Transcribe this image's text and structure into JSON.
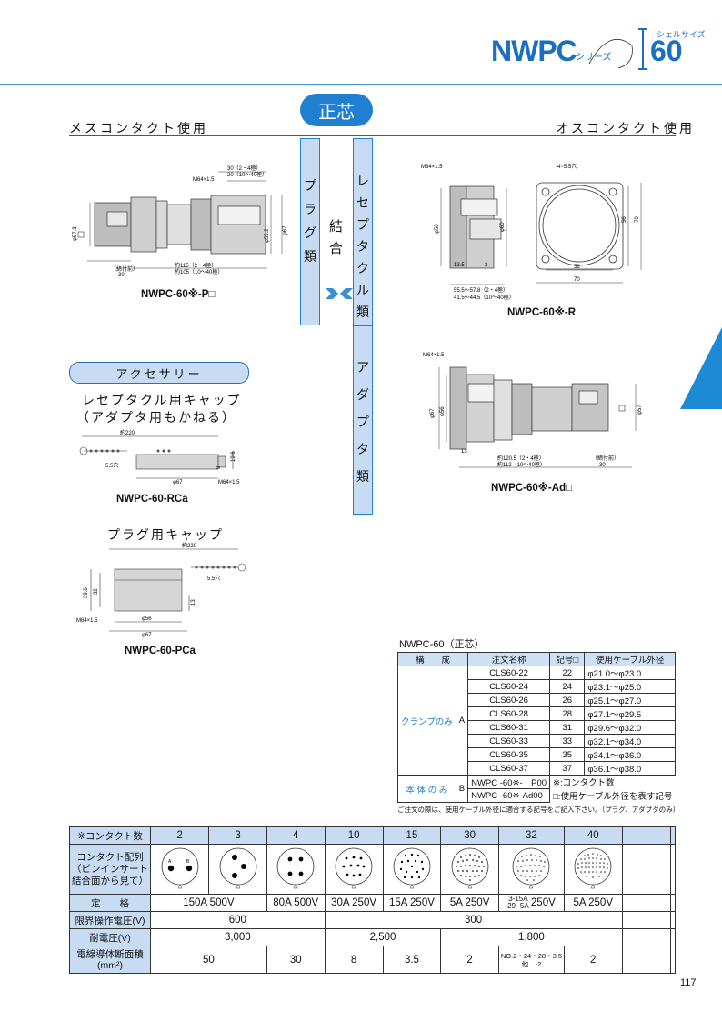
{
  "header": {
    "series_title": "NWPC",
    "series_suffix": "シリーズ",
    "shell_size_label": "シェルサイズ",
    "shell_size": "60"
  },
  "left_heading": "メスコンタクト使用",
  "right_heading": "オスコンタクト使用",
  "center_badge": "正芯",
  "middle": {
    "plug_label": [
      "プ",
      "ラ",
      "グ",
      "類"
    ],
    "coupling_label": [
      "結",
      "合"
    ],
    "receptacle_label": [
      "レ",
      "セ",
      "プ",
      "タ",
      "ク",
      "ル",
      "類"
    ],
    "adapter_label": [
      "ア",
      "ダ",
      "プ",
      "タ",
      "類"
    ]
  },
  "plug": {
    "model": "NWPC-60※-P□",
    "dims": [
      "30（2・4極）",
      "20（10～40極）",
      "M64×1.5",
      "φ57.3",
      "φ55.2",
      "φ67",
      "約115（2・4極）",
      "約105（10～40極）",
      "（締付前）",
      "30"
    ]
  },
  "receptacle": {
    "model": "NWPC-60※-R",
    "dims": [
      "M64×1.5",
      "4−5.5穴",
      "φ58",
      "φ60",
      "56",
      "70",
      "13.5",
      "3",
      "56",
      "70",
      "55.5～57.8（2・4極）",
      "41.5～44.5（10～40極）"
    ]
  },
  "adapter": {
    "model": "NWPC-60※-Ad□",
    "dims": [
      "M64×1.5",
      "φ67",
      "φ56",
      "φ57",
      "13",
      "約120.5（2・4極）",
      "約112（10～40極）",
      "（締付前）",
      "30"
    ]
  },
  "accessory": {
    "title": "アクセサリー",
    "rcap_title_1": "レセプタクル用キャップ",
    "rcap_title_2": "（アダプタ用もかねる）",
    "rcap_model": "NWPC-60-RCa",
    "rcap_dims": [
      "約220",
      "5.5穴",
      "φ67",
      "M64×1.5",
      "19.6",
      "9"
    ],
    "pcap_title": "プラグ用キャップ",
    "pcap_model": "NWPC-60-PCa",
    "pcap_dims": [
      "約220",
      "5.5穴",
      "39.6",
      "32",
      "13",
      "φ56",
      "M64×1.5",
      "φ67"
    ]
  },
  "clamp_table": {
    "title": "NWPC-60（正芯）",
    "headers": [
      "構　　成",
      "注文名称",
      "記号□",
      "使用ケーブル外径"
    ],
    "clamp_label": "クランプのみ",
    "clamp_code": "A",
    "rows": [
      [
        "CLS60-22",
        "22",
        "φ21.0～φ23.0"
      ],
      [
        "CLS60-24",
        "24",
        "φ23.1～φ25.0"
      ],
      [
        "CLS60-26",
        "26",
        "φ25.1～φ27.0"
      ],
      [
        "CLS60-28",
        "28",
        "φ27.1～φ29.5"
      ],
      [
        "CLS60-31",
        "31",
        "φ29.6～φ32.0"
      ],
      [
        "CLS60-33",
        "33",
        "φ32.1～φ34.0"
      ],
      [
        "CLS60-35",
        "35",
        "φ34.1～φ36.0"
      ],
      [
        "CLS60-37",
        "37",
        "φ36.1～φ38.0"
      ]
    ],
    "body_label": "本 体 の み",
    "body_code": "B",
    "body_row1_name": "NWPC -60※-　P00",
    "body_row1_note": "※:コンタクト数",
    "body_row2_name": "NWPC -60※-Ad00",
    "body_row2_note": "□:使用ケーブル外径を表す記号",
    "footnote": "ご注文の際は、使用ケーブル外径に適合する記号をご記入下さい。（プラグ、アダプタのみ）"
  },
  "spec_table": {
    "h_contacts": "※コンタクト数",
    "contacts": [
      "2",
      "3",
      "4",
      "10",
      "15",
      "30",
      "32",
      "40"
    ],
    "h_layout_1": "コンタクト配列",
    "h_layout_2": "（ピンインサート",
    "h_layout_3": "結合面から見て）",
    "h_rating": "定　　格",
    "rating_2_3": "150A 500V",
    "rating_4": "80A 500V",
    "rating_10": "30A 250V",
    "rating_15": "15A 250V",
    "rating_30": "5A 250V",
    "rating_32_top": "3-15A",
    "rating_32_bottom": "29-  5A",
    "rating_32_v": "250V",
    "rating_40": "5A 250V",
    "h_limit": "限界操作電圧(V)",
    "limit_a": "600",
    "limit_b": "300",
    "h_withstand": "耐電圧(V)",
    "withstand_a": "3,000",
    "withstand_b": "2,500",
    "withstand_c": "1,800",
    "h_cross_1": "電線導体断面積",
    "h_cross_2": "(mm²)",
    "cross_2_3": "50",
    "cross_4": "30",
    "cross_10": "8",
    "cross_15": "3.5",
    "cross_30": "2",
    "cross_32_top": "NO.2・24・28・3.5",
    "cross_32_bottom": "他　-2",
    "cross_40": "2"
  },
  "page_number": "117",
  "colors": {
    "accent": "#1f7fd0",
    "light_blue": "#c7dcf2"
  }
}
